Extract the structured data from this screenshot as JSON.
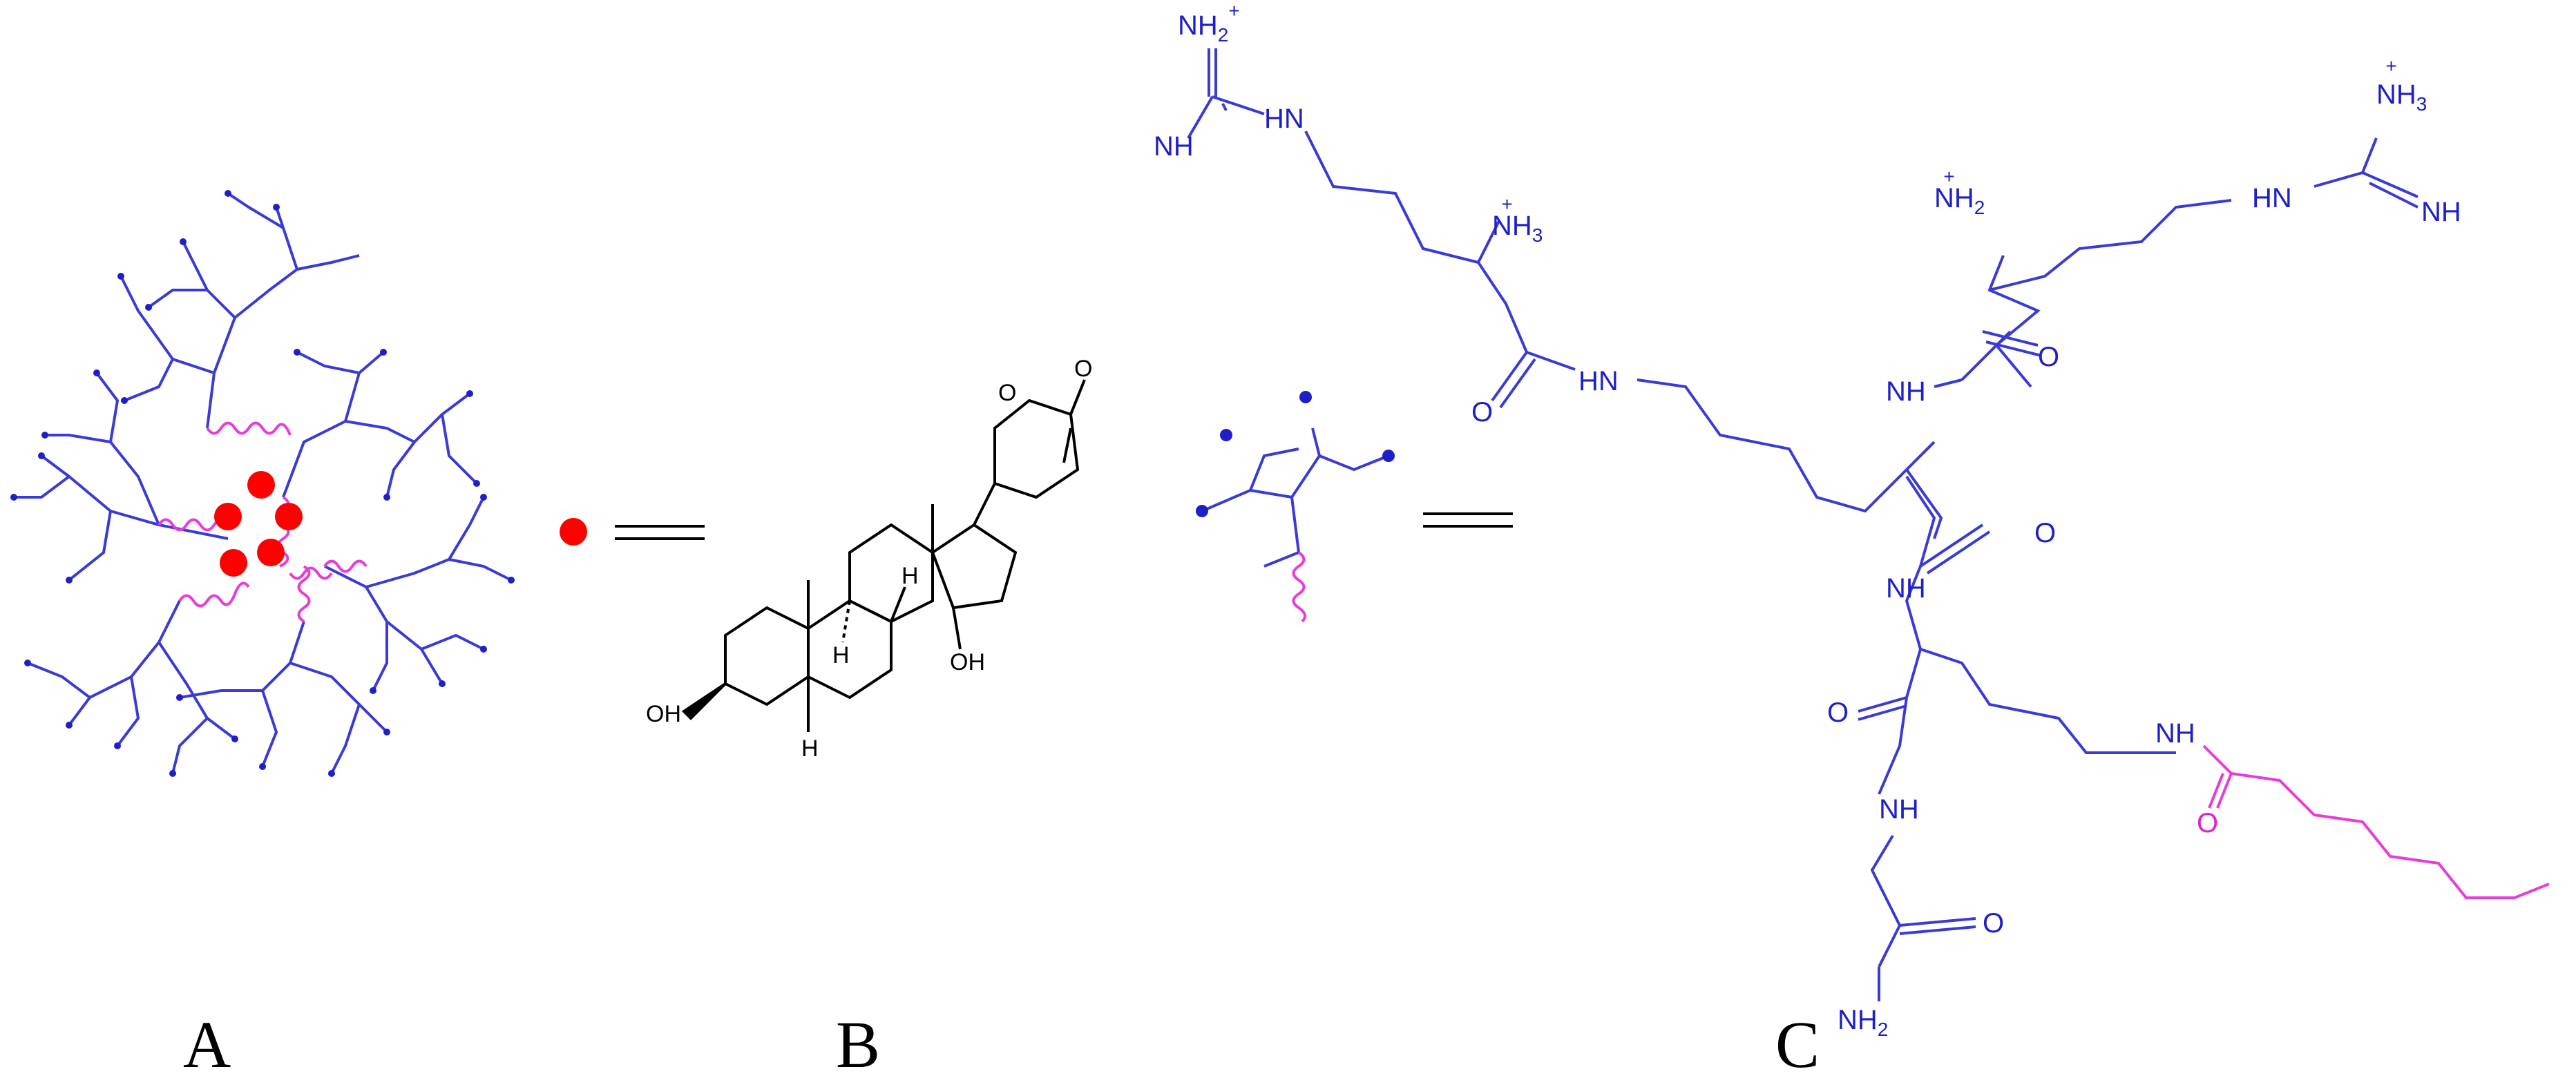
{
  "panels": {
    "a": {
      "label": "A"
    },
    "b": {
      "label": "B"
    },
    "c": {
      "label": "C"
    }
  },
  "colors": {
    "dendrimer": "#3a3ad6",
    "linker": "#e83cd8",
    "drug": "#ff0000",
    "bufalin": "#000000"
  },
  "bufalin_atoms": {
    "carbonyl_o": "O",
    "ring_o": "O",
    "oh_3": "OH",
    "oh_14": "OH",
    "h_5": "H",
    "h_8": "H",
    "h_9": "H"
  },
  "peptide_atoms": {
    "nh2_plus_left": "NH",
    "nh2_plus_left_sub": "2",
    "nh2_plus_left_charge": "+",
    "nh_left_imine": "NH",
    "hn_left": "HN",
    "nh3_left": "NH",
    "nh3_left_sub": "3",
    "nh3_left_charge": "+",
    "o_left_amide": "O",
    "hn_mid": "HN",
    "nh3_right": "NH",
    "nh3_right_sub": "3",
    "nh3_right_charge": "+",
    "nh2_plus_right": "NH",
    "nh2_plus_right_sub": "2",
    "nh2_plus_right_charge": "+",
    "hn_right": "HN",
    "nh_right_imine": "NH",
    "o_right_1": "O",
    "nh_1": "NH",
    "o_right_2": "O",
    "nh_2": "NH",
    "o_lower_left": "O",
    "nh_lower": "NH",
    "nh_lys": "NH",
    "o_lipid": "O",
    "o_gly": "O",
    "nh2_terminal": "NH",
    "nh2_terminal_sub": "2"
  }
}
